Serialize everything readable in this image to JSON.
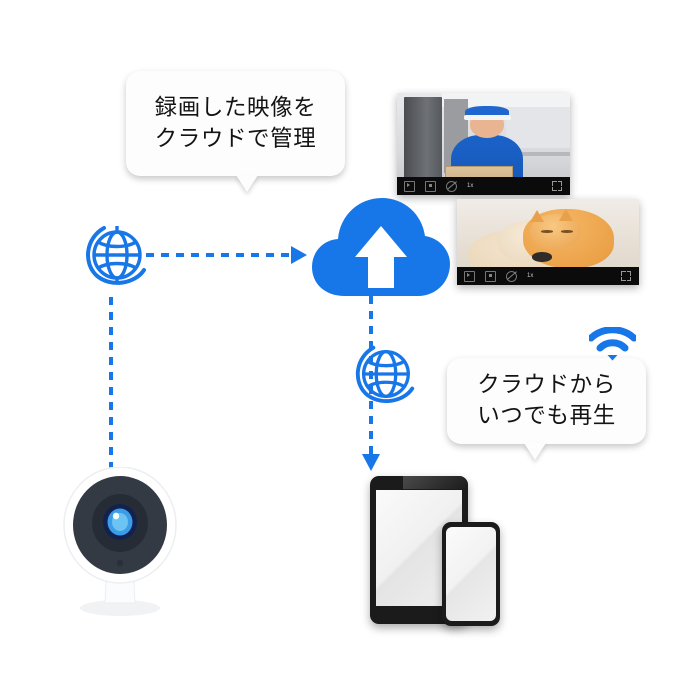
{
  "colors": {
    "accent_blue": "#1877E8",
    "bubble_bg": "#FDFDFD",
    "text": "#141414",
    "video_bar": "#0B0B0B",
    "camera_face": "#343A44",
    "device_bezel": "#1B1B1B",
    "background": "#FFFFFF"
  },
  "bubbles": [
    {
      "name": "upload-message",
      "line1": "録画した映像を",
      "line2": "クラウドで管理"
    },
    {
      "name": "playback-message",
      "line1": "クラウドから",
      "line2": "いつでも再生"
    }
  ],
  "videos": [
    {
      "name": "delivery-video",
      "scene": "delivery-person-with-package",
      "controls": {
        "play": "play-icon",
        "snapshot": "snapshot-icon",
        "mute": "mute-icon",
        "speed": "1x",
        "fullscreen": "fullscreen-icon"
      }
    },
    {
      "name": "pets-video",
      "scene": "cat-and-dog-sleeping",
      "controls": {
        "play": "play-icon",
        "snapshot": "snapshot-icon",
        "mute": "mute-icon",
        "speed": "1x",
        "fullscreen": "fullscreen-icon"
      }
    }
  ],
  "icons": {
    "cloud": "cloud-upload-icon",
    "globe_left": "globe-network-icon",
    "globe_right": "globe-network-icon",
    "wifi": "wifi-icon",
    "camera": "security-camera",
    "tablet": "tablet-device",
    "phone": "smartphone-device"
  },
  "arrows": [
    {
      "name": "camera-to-globe-arrow",
      "direction": "up"
    },
    {
      "name": "globe-to-cloud-arrow",
      "direction": "right"
    },
    {
      "name": "cloud-to-devices-arrow",
      "direction": "down"
    }
  ]
}
